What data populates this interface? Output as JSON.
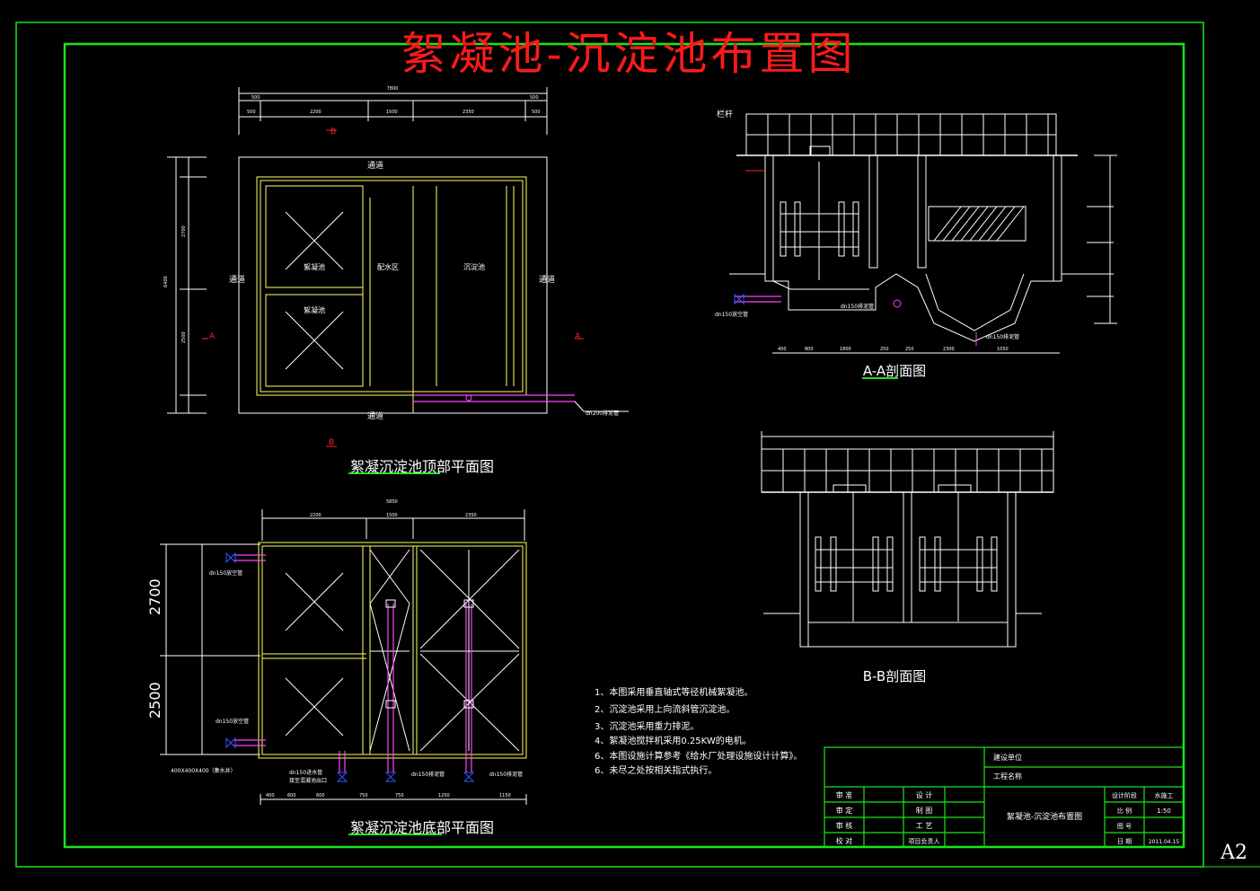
{
  "drawing": {
    "title": "絮凝池-沉淀池布置图",
    "sheet_size": "A2",
    "colors": {
      "frame": "#19e619",
      "title": "#ff1a1a",
      "line": "#ffffff",
      "structure": "#ffff66",
      "pipe": "#ff44ff",
      "valve": "#3355ff",
      "marker": "#ff2222"
    }
  },
  "views": {
    "top_plan": {
      "caption": "絮凝沉淀池顶部平面图",
      "labels": {
        "road_top": "通道",
        "road_bottom": "通道",
        "road_left": "通道",
        "road_right": "通道",
        "floc1": "絮凝池",
        "floc2": "絮凝池",
        "distrib": "配水区",
        "settle": "沉淀池",
        "pipe": "dn200排泥管",
        "sec_a_left": "A",
        "sec_a_right": "A",
        "sec_b_top": "B",
        "sec_b_bottom": "B"
      }
    },
    "bottom_plan": {
      "caption": "絮凝沉淀池底部平面图",
      "dims": {
        "d1": "2700",
        "d2": "2500"
      },
      "labels": {
        "inlet1": "dn150放空管",
        "inlet2": "dn150放空管",
        "outlet": "400X400X400（集水井）",
        "p1": "dn150进水管",
        "p1b": "接至混凝池出口",
        "p2": "dn150排泥管",
        "p3": "dn150排泥管"
      }
    },
    "section_a": {
      "caption": "A-A剖面图",
      "labels": {
        "rail": "栏杆",
        "p1": "dn150放空管",
        "p2": "dn150排泥管",
        "p3": "dn150排泥管"
      }
    },
    "section_b": {
      "caption": "B-B剖面图"
    }
  },
  "notes": [
    "1、本图采用垂直轴式等径机械絮凝池。",
    "2、沉淀池采用上向流斜管沉淀池。",
    "3、沉淀池采用重力排泥。",
    "4、絮凝池搅拌机采用0.25KW的电机。",
    "6、本图设施计算参考《给水厂处理设施设计计算》。",
    "6、未尽之处按相关指式执行。"
  ],
  "title_block": {
    "build_unit": "建设单位",
    "project_name": "工程名称",
    "row1": [
      "审 准",
      "设 计"
    ],
    "row2": [
      "审 定",
      "制 图"
    ],
    "row3": [
      "审 核",
      "工 艺"
    ],
    "row4": [
      "校 对",
      "项目负责人"
    ],
    "drawing_name": "絮凝池-沉淀池布置图",
    "stage_label": "设计阶段",
    "stage_value": "水施工",
    "scale_label": "比 例",
    "scale_value": "1:50",
    "number_label": "图 号",
    "number_value": "",
    "date_label": "日 期",
    "date_value": "2011.04.15"
  }
}
